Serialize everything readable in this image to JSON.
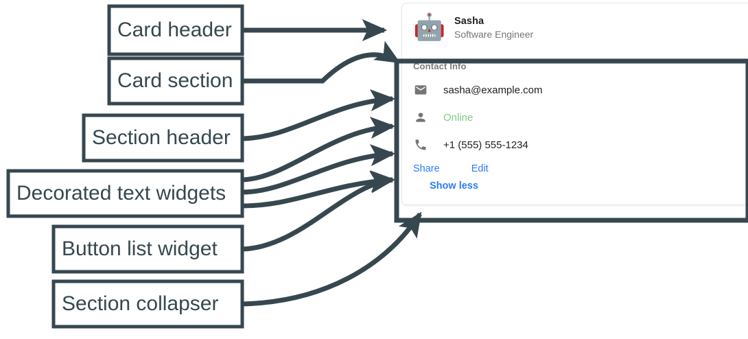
{
  "annotations": {
    "labels": [
      {
        "id": "card-header",
        "text": "Card header"
      },
      {
        "id": "card-section",
        "text": "Card section"
      },
      {
        "id": "section-header",
        "text": "Section header"
      },
      {
        "id": "decorated-text",
        "text": "Decorated text widgets"
      },
      {
        "id": "button-list",
        "text": "Button list widget"
      },
      {
        "id": "section-collapser",
        "text": "Section collapser"
      }
    ],
    "stroke_color": "#36474f",
    "box_fill": "#ffffff"
  },
  "card": {
    "header": {
      "avatar_icon": "robot-face-icon",
      "avatar_glyph": "🤖",
      "title": "Sasha",
      "subtitle": "Software Engineer"
    },
    "section": {
      "header": "Contact Info",
      "rows": [
        {
          "icon": "email-icon",
          "text": "sasha@example.com",
          "color": "#202124"
        },
        {
          "icon": "person-icon",
          "text": "Online",
          "color": "#81c784"
        },
        {
          "icon": "phone-icon",
          "text": "+1 (555) 555-1234",
          "color": "#202124"
        }
      ],
      "buttons": [
        {
          "label": "Share"
        },
        {
          "label": "Edit"
        }
      ],
      "collapser": {
        "label": "Show less"
      }
    }
  },
  "colors": {
    "accent_link": "#2a7bf6",
    "online_green": "#81c784",
    "annotation": "#36474f",
    "icon_gray": "#757575"
  }
}
